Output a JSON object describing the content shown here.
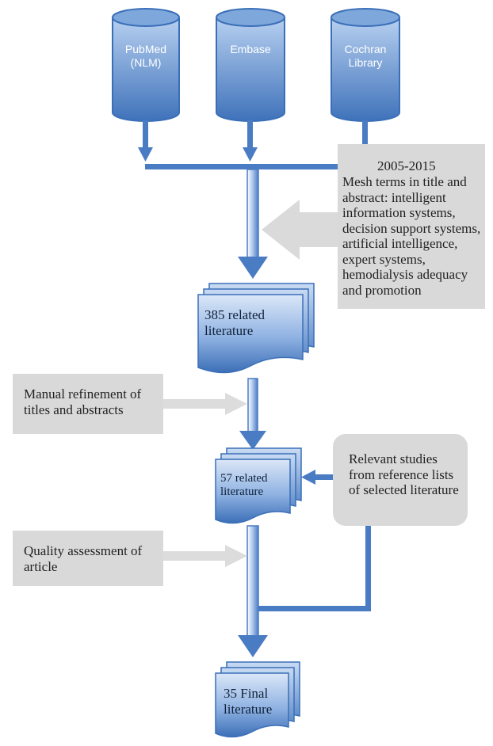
{
  "sources": [
    {
      "id": "pubmed",
      "lines": [
        "PubMed",
        "(NLM)"
      ]
    },
    {
      "id": "embase",
      "lines": [
        "Embase"
      ]
    },
    {
      "id": "cochrane",
      "lines": [
        "Cochran",
        "Library"
      ]
    }
  ],
  "search_criteria": {
    "years": "2005-2015",
    "text": "Mesh terms in title and abstract: intelligent information systems, decision support systems, artificial intelligence, expert systems, hemodialysis adequacy and promotion"
  },
  "stages": {
    "stage1": "385 related literature",
    "stage2": "57 related literature",
    "stage3": "35 Final literature"
  },
  "filters": {
    "manual_refinement": "Manual refinement of titles and abstracts",
    "quality_assessment": "Quality assessment of article"
  },
  "additional_source": "Relevant studies from reference lists of selected literature",
  "colors": {
    "blue_light": "#a9c6ec",
    "blue_dark": "#3a6fb8",
    "line_blue": "#4a7cc4",
    "gray_box": "#d9d9d9",
    "gray_arrow": "#dcdcdc"
  }
}
